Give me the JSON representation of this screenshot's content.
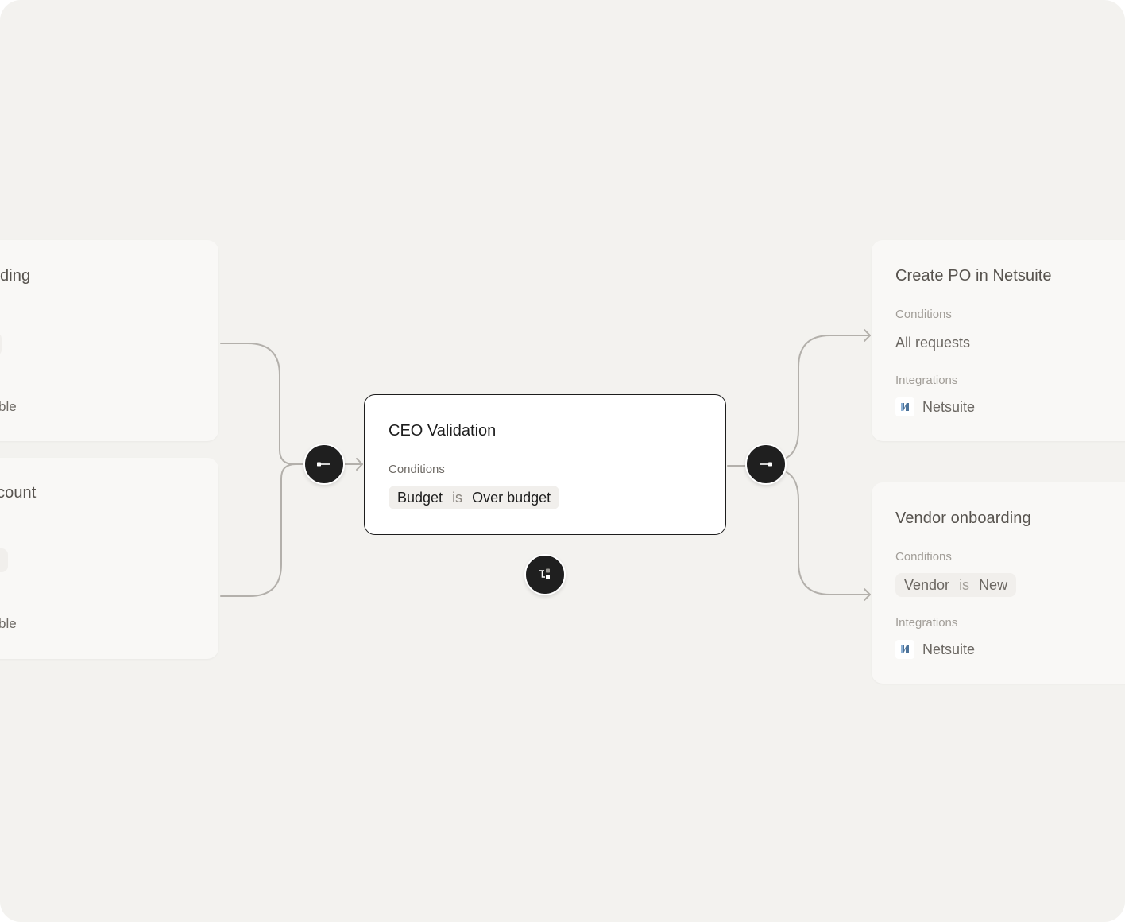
{
  "left_cards": [
    {
      "title_fragment": "ding",
      "footer_fragment": "ble"
    },
    {
      "title_fragment": "count",
      "footer_fragment": "ble"
    }
  ],
  "main_card": {
    "title": "CEO Validation",
    "conditions_label": "Conditions",
    "condition": {
      "field": "Budget",
      "operator": "is",
      "value": "Over budget"
    }
  },
  "right_cards": [
    {
      "title": "Create PO in Netsuite",
      "conditions_label": "Conditions",
      "condition_text": "All requests",
      "integrations_label": "Integrations",
      "integration": "Netsuite"
    },
    {
      "title": "Vendor onboarding",
      "conditions_label": "Conditions",
      "condition": {
        "field": "Vendor",
        "operator": "is",
        "value": "New"
      },
      "integrations_label": "Integrations",
      "integration": "Netsuite"
    }
  ],
  "icons": {
    "incoming": "incoming-connector-icon",
    "outgoing": "outgoing-connector-icon",
    "branch": "branch-icon",
    "integration_logo": "netsuite-logo-icon"
  },
  "colors": {
    "canvas_background": "#f3f2ef",
    "card_background": "#f9f8f6",
    "active_card_border": "#1d1d1d",
    "node_button": "#1f1f1f",
    "connector_line": "#b3b0ab",
    "netsuite_blue": "#2d5a88"
  }
}
